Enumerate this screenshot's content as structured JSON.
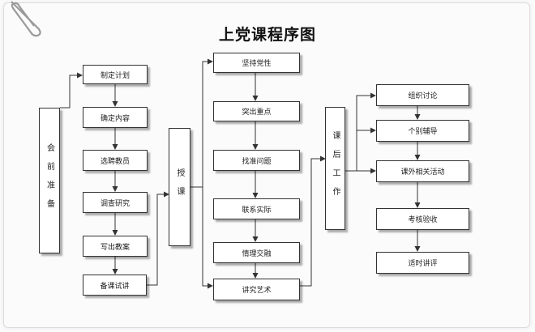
{
  "title": "上党课程序图",
  "colors": {
    "box_border": "#333333",
    "arrow": "#333333",
    "shadow": "#9a9a9a"
  },
  "icons": {
    "corner_clip": "paperclip-icon"
  },
  "stages": {
    "prep": "会前准备",
    "teach": "授课",
    "after": "课后工作"
  },
  "prep_steps": [
    "制定计划",
    "确定内容",
    "选聘教员",
    "调查研究",
    "写出教案",
    "备课试讲"
  ],
  "teach_steps": [
    "坚持党性",
    "突出重点",
    "找准问题",
    "联系实际",
    "情理交融",
    "讲究艺术"
  ],
  "after_steps": [
    "组织讨论",
    "个别辅导",
    "课外相关活动",
    "考核验收",
    "适时讲评"
  ]
}
